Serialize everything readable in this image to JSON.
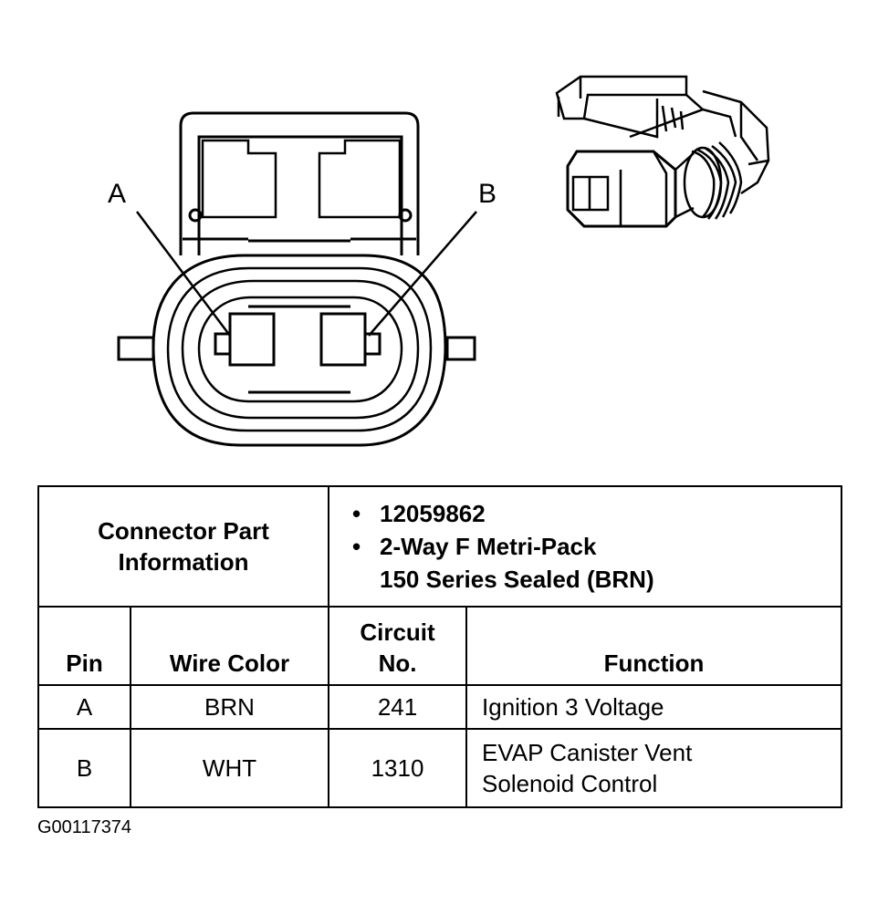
{
  "pin_labels": {
    "a": "A",
    "b": "B"
  },
  "connector_info": {
    "label": "Connector Part Information",
    "part_number": "12059862",
    "description_line1": "2-Way F Metri-Pack",
    "description_line2": "150 Series Sealed (BRN)",
    "bullet": "•"
  },
  "columns": {
    "pin": "Pin",
    "wire_color": "Wire Color",
    "circuit_line1": "Circuit",
    "circuit_line2": "No.",
    "function": "Function"
  },
  "rows": [
    {
      "pin": "A",
      "wire_color": "BRN",
      "circuit": "241",
      "function_line1": "Ignition 3 Voltage",
      "function_line2": ""
    },
    {
      "pin": "B",
      "wire_color": "WHT",
      "circuit": "1310",
      "function_line1": "EVAP Canister Vent",
      "function_line2": "Solenoid Control"
    }
  ],
  "figure_id": "G00117374"
}
